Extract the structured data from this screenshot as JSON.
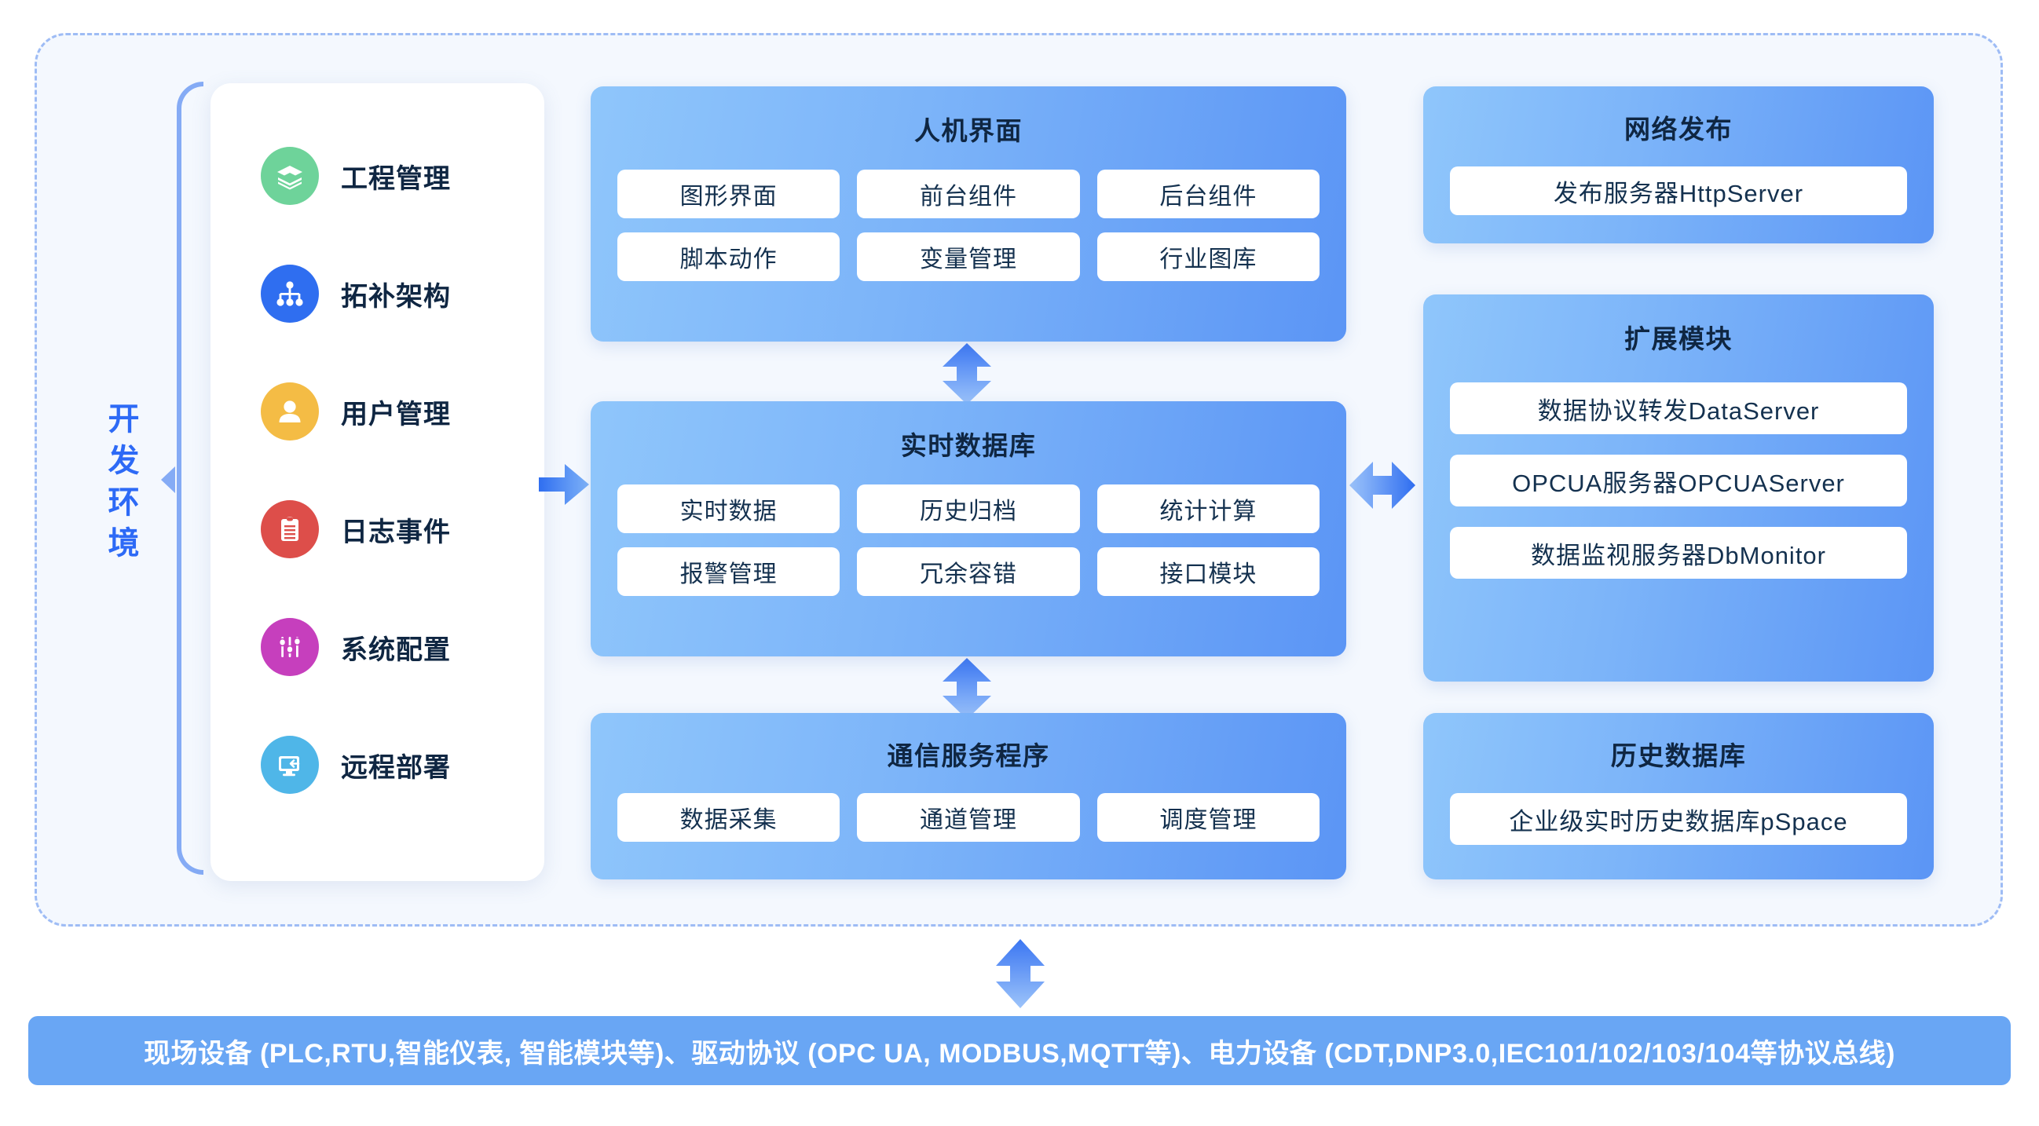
{
  "dev_env": {
    "label": "开发环境",
    "items": [
      {
        "label": "工程管理",
        "icon": "layers-icon",
        "color": "#6ed39a"
      },
      {
        "label": "拓补架构",
        "icon": "sitemap-icon",
        "color": "#2f6ef0"
      },
      {
        "label": "用户管理",
        "icon": "user-icon",
        "color": "#f4bc45"
      },
      {
        "label": "日志事件",
        "icon": "clipboard-icon",
        "color": "#dd4e4a"
      },
      {
        "label": "系统配置",
        "icon": "sliders-icon",
        "color": "#c63fbd"
      },
      {
        "label": "远程部署",
        "icon": "monitor-remote-icon",
        "color": "#4fb6e8"
      }
    ]
  },
  "panels": {
    "hmi": {
      "title": "人机界面",
      "chips": [
        "图形界面",
        "前台组件",
        "后台组件",
        "脚本动作",
        "变量管理",
        "行业图库"
      ]
    },
    "rtdb": {
      "title": "实时数据库",
      "chips": [
        "实时数据",
        "历史归档",
        "统计计算",
        "报警管理",
        "冗余容错",
        "接口模块"
      ]
    },
    "comm": {
      "title": "通信服务程序",
      "chips": [
        "数据采集",
        "通道管理",
        "调度管理"
      ]
    },
    "web_publish": {
      "title": "网络发布",
      "chips": [
        "发布服务器HttpServer"
      ]
    },
    "extension": {
      "title": "扩展模块",
      "chips": [
        "数据协议转发DataServer",
        "OPCUA服务器OPCUAServer",
        "数据监视服务器DbMonitor"
      ]
    },
    "history_db": {
      "title": "历史数据库",
      "chips": [
        "企业级实时历史数据库pSpace"
      ]
    }
  },
  "arrows": {
    "dev_to_rtdb": "arrow-right-icon",
    "hmi_rtdb": "arrow-up-down-icon",
    "rtdb_comm": "arrow-up-down-icon",
    "rtdb_ext": "arrow-left-right-icon",
    "comm_to_field": "arrow-up-down-icon"
  },
  "banner": {
    "text": "现场设备 (PLC,RTU,智能仪表, 智能模块等)、驱动协议 (OPC UA, MODBUS,MQTT等)、电力设备 (CDT,DNP3.0,IEC101/102/103/104等协议总线)"
  },
  "colors": {
    "panel_light": "#8fc6fb",
    "panel_dark": "#5b95f5",
    "banner_bg": "#69a6f4",
    "accent_blue": "#2d6af6",
    "bracket": "#85abf5",
    "dashed_border": "#9ebcf5",
    "canvas_bg": "#f4f8fe"
  }
}
